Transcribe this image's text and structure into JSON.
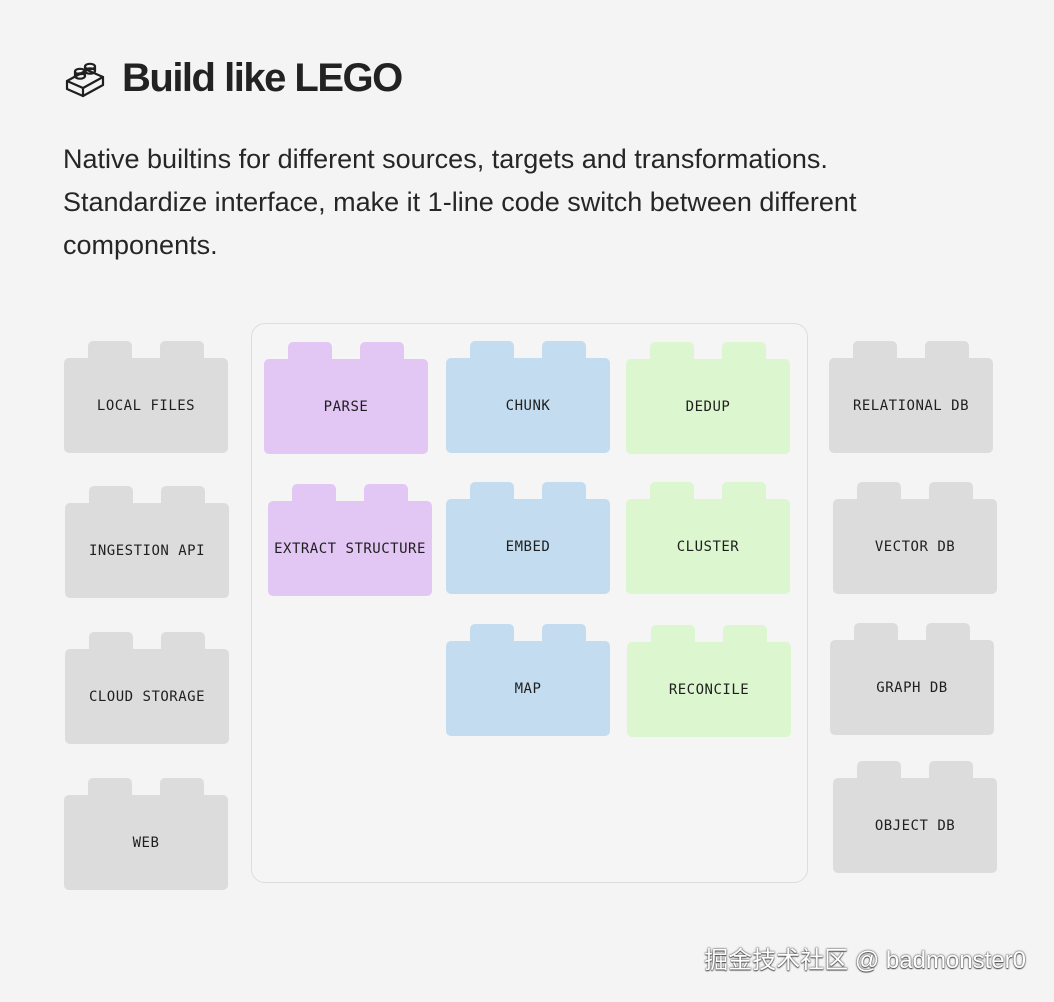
{
  "header": {
    "title": "Build like LEGO",
    "icon": "lego-brick-icon"
  },
  "description": {
    "lines": [
      "Native builtins for different sources, targets and transformations.",
      "Standardize interface, make it 1-line code switch between different",
      "components."
    ]
  },
  "colors": {
    "source_target": "#dcdcdc",
    "parse_extract": "#e2c6f4",
    "chunk_embed_map": "#c3dcef",
    "dedup_cluster_reconcile": "#dcf6cf",
    "background": "#f4f4f4"
  },
  "sources": [
    "LOCAL FILES",
    "INGESTION API",
    "CLOUD STORAGE",
    "WEB"
  ],
  "transformations": {
    "parse_extract": [
      "PARSE",
      "EXTRACT STRUCTURE"
    ],
    "chunk_embed_map": [
      "CHUNK",
      "EMBED",
      "MAP"
    ],
    "dedup_cluster_reconcile": [
      "DEDUP",
      "CLUSTER",
      "RECONCILE"
    ]
  },
  "targets": [
    "RELATIONAL DB",
    "VECTOR DB",
    "GRAPH DB",
    "OBJECT DB"
  ],
  "watermark": "掘金技术社区 @ badmonster0"
}
